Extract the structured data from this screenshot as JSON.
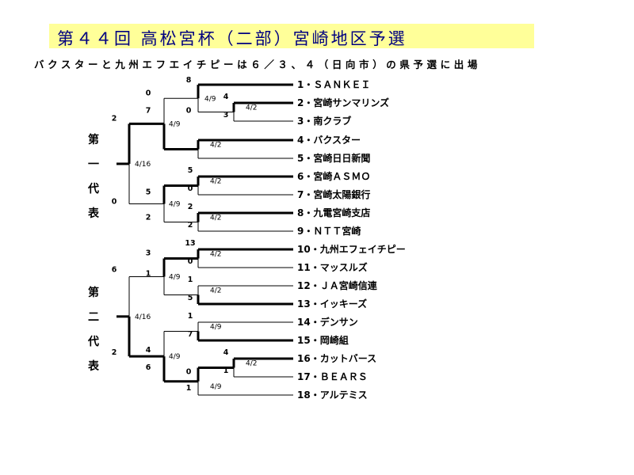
{
  "title": "第４４回 高松宮杯（二部）宮崎地区予選",
  "subtitle": "バクスターと九州エフエイチピーは６／３、４（日向市）の県予選に出場",
  "blocks": [
    {
      "label": "第一代表",
      "score_top": "2",
      "score_bottom": "0",
      "date": "4/16"
    },
    {
      "label": "第二代表",
      "score_top": "6",
      "score_bottom": "2",
      "date": "4/16"
    }
  ],
  "teams": [
    "1・ＳＡＮＫＥＩ",
    "2・宮崎サンマリンズ",
    "3・南クラブ",
    "4・バクスター",
    "5・宮崎日日新聞",
    "6・宮崎ＡＳＭＯ",
    "7・宮崎太陽銀行",
    "8・九電宮崎支店",
    "9・ＮＴＴ宮崎",
    "10・九州エフェイチピー",
    "11・マッスルズ",
    "12・ＪＡ宮崎信連",
    "13・イッキーズ",
    "14・デンサン",
    "15・岡崎組",
    "16・カットバース",
    "17・ＢＥＡＲＳ",
    "18・アルテミス"
  ],
  "matches": [
    {
      "id": "m2v3",
      "date": "4/2",
      "score_top": "4",
      "score_bottom": "3"
    },
    {
      "id": "m1vs",
      "date": "4/9",
      "score_top": "8",
      "score_bottom": "0"
    },
    {
      "id": "m4v5",
      "date": "4/2",
      "score_top": "",
      "score_bottom": ""
    },
    {
      "id": "mA_top",
      "date": "4/9",
      "score_top": "0",
      "score_bottom": "7"
    },
    {
      "id": "m6v7",
      "date": "4/2",
      "score_top": "5",
      "score_bottom": "0"
    },
    {
      "id": "m8v9",
      "date": "4/2",
      "score_top": "2",
      "score_bottom": "2"
    },
    {
      "id": "mA_bot",
      "date": "4/9",
      "score_top": "5",
      "score_bottom": "2"
    },
    {
      "id": "m10v11",
      "date": "4/2",
      "score_top": "13",
      "score_bottom": "0"
    },
    {
      "id": "m12v13",
      "date": "4/2",
      "score_top": "1",
      "score_bottom": "5"
    },
    {
      "id": "mB_top",
      "date": "4/9",
      "score_top": "3",
      "score_bottom": "1"
    },
    {
      "id": "m14v15",
      "date": "4/9",
      "score_top": "1",
      "score_bottom": "7"
    },
    {
      "id": "m16v17",
      "date": "4/2",
      "score_top": "4",
      "score_bottom": "1"
    },
    {
      "id": "m1718",
      "date": "4/9",
      "score_top": "0",
      "score_bottom": "1"
    },
    {
      "id": "mB_bot",
      "date": "4/9",
      "score_top": "4",
      "score_bottom": "6"
    }
  ]
}
